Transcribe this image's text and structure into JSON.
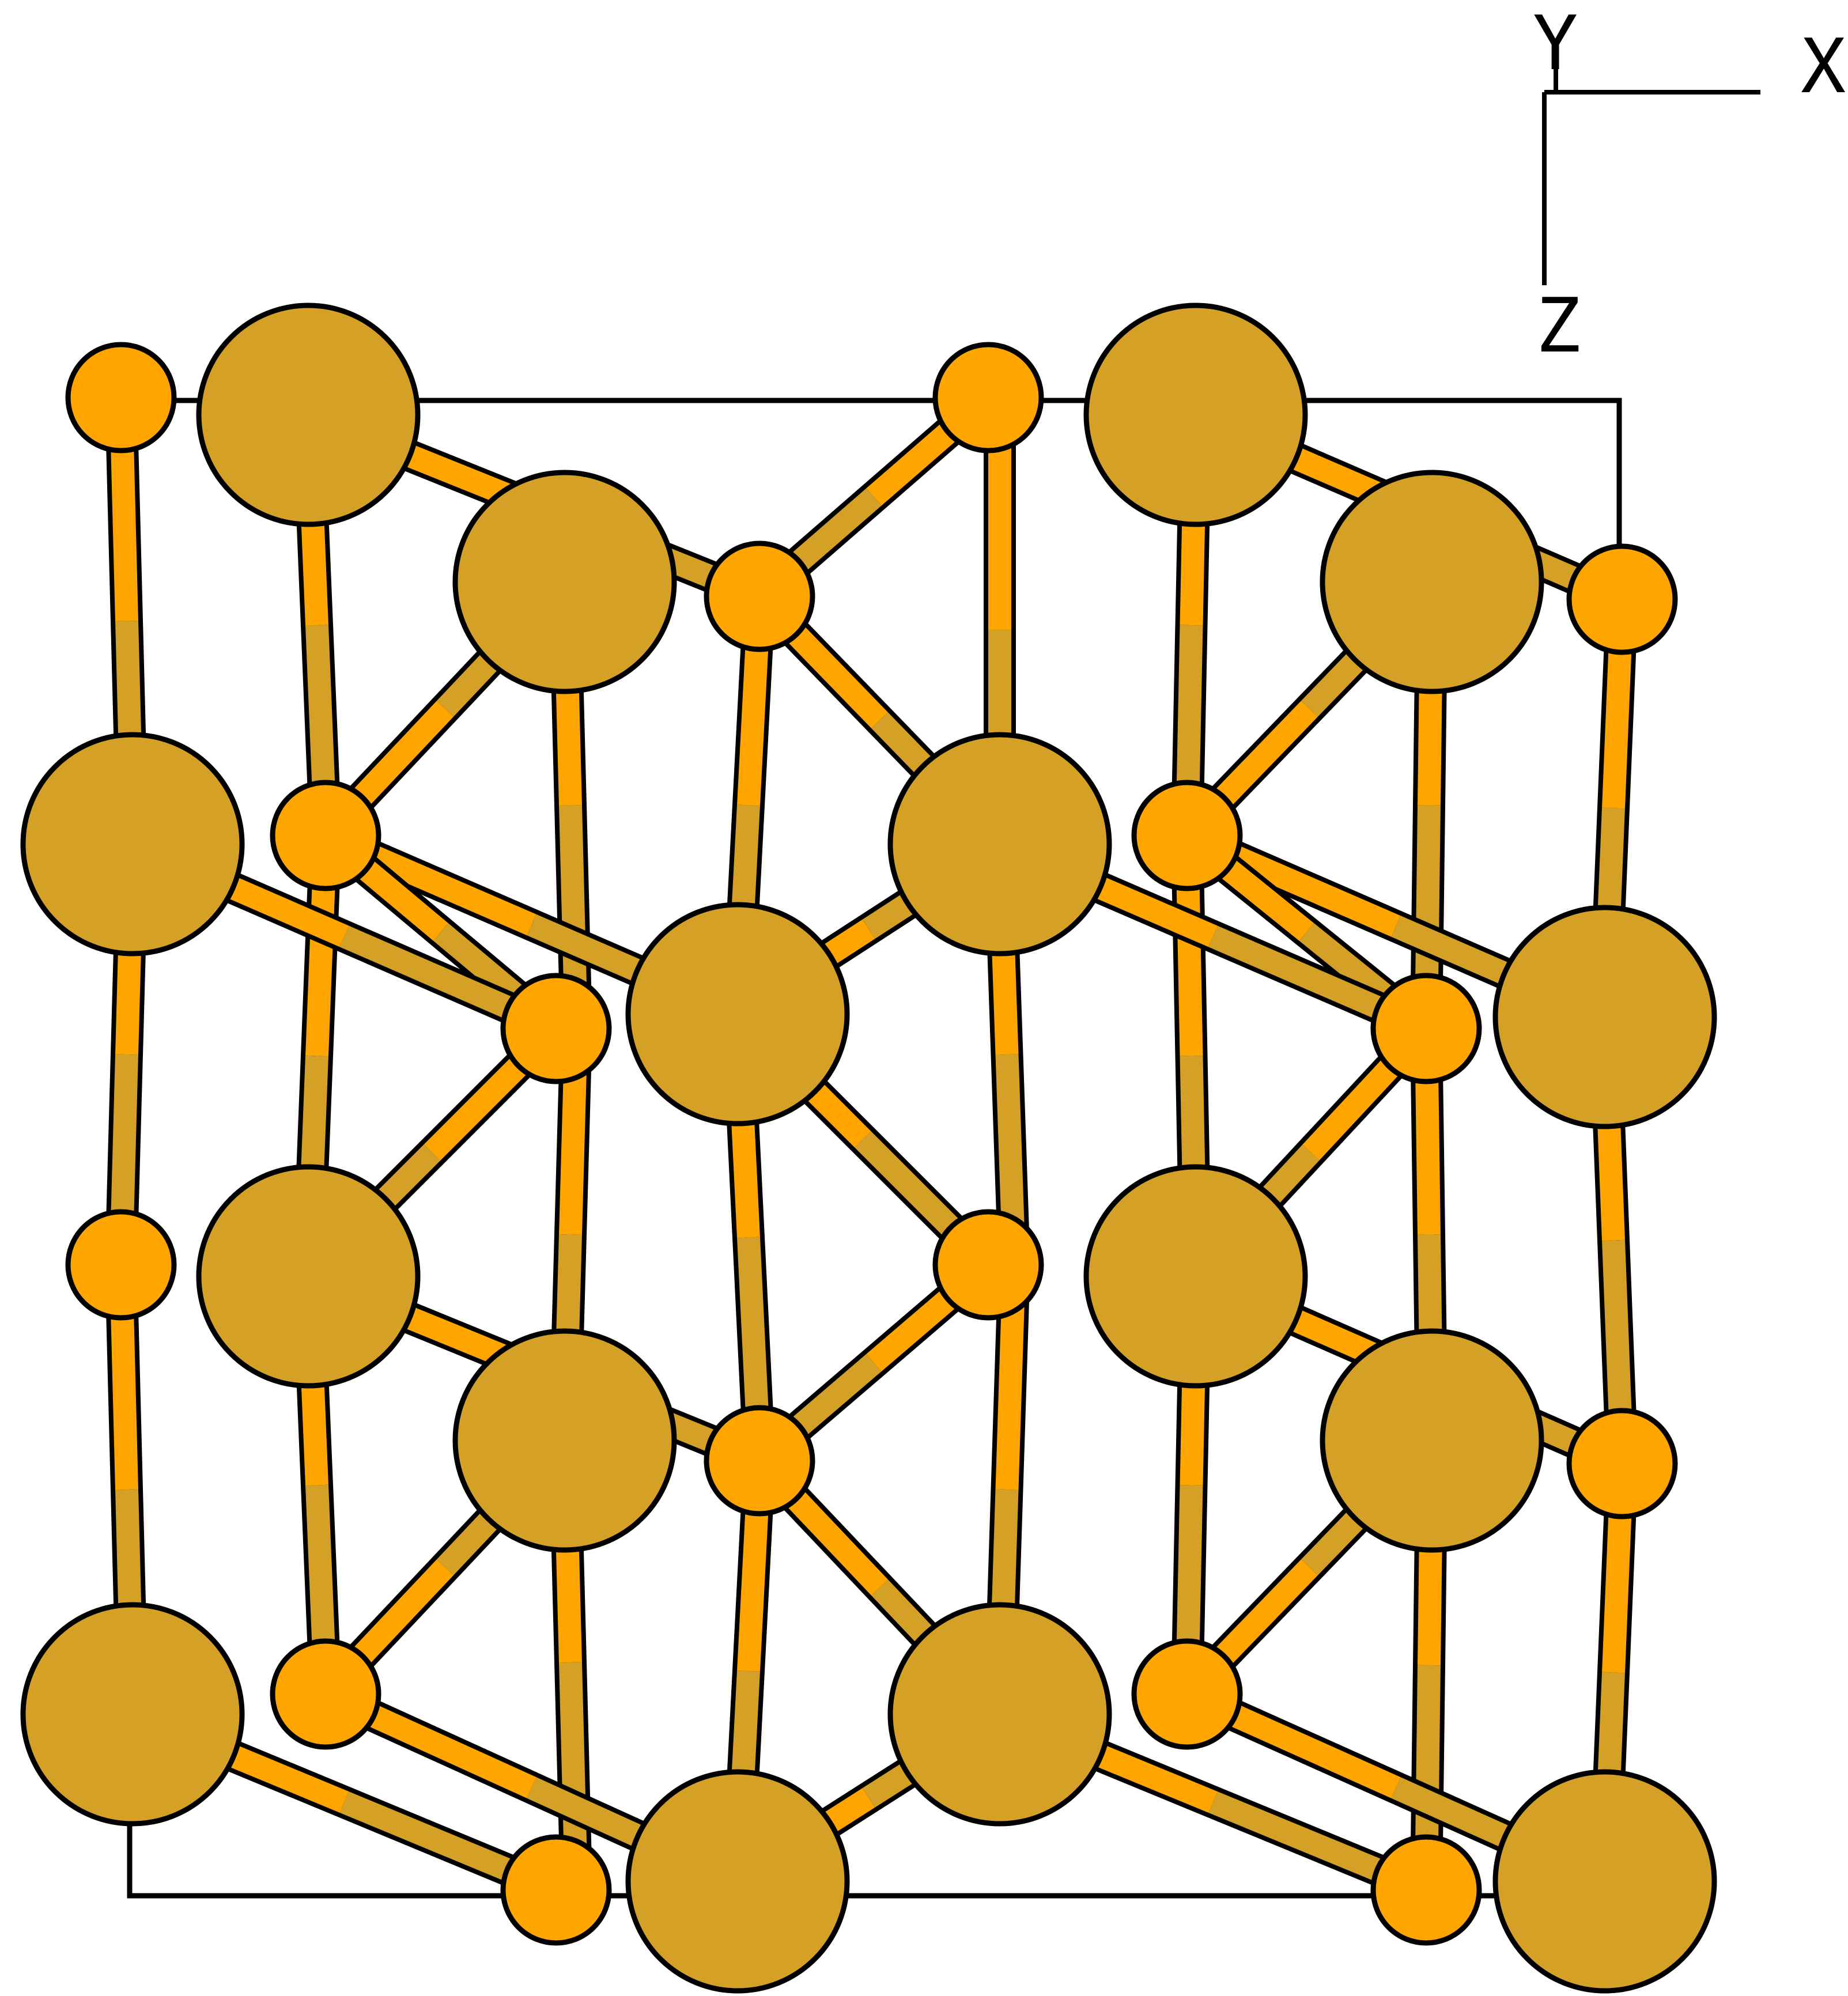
{
  "axes": {
    "x_label": "X",
    "y_label": "Y",
    "z_label": "Z"
  },
  "colors": {
    "large_atom": "#D4A025",
    "small_atom": "#FFA500",
    "outline": "#000000",
    "background": "#FFFFFF"
  },
  "atom_kinds": [
    "large-atom",
    "small-atom"
  ]
}
